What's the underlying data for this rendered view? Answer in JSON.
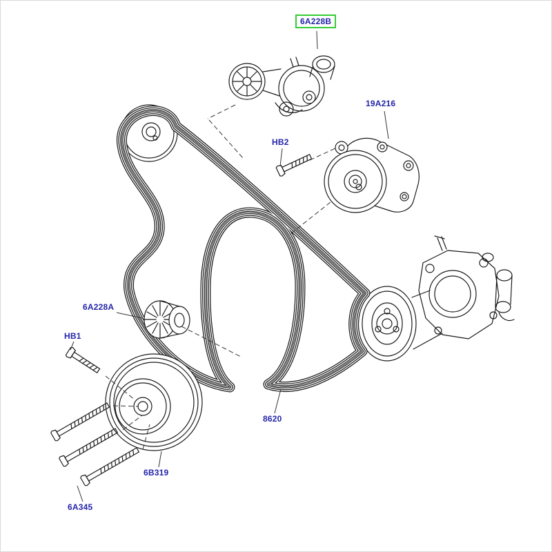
{
  "diagram": {
    "type": "exploded-parts-diagram",
    "subject": "Engine accessory drive belt system",
    "highlighted_part": "6A228B",
    "labels": {
      "tensioner": "6A228B",
      "idler_bracket_assembly": "19A216",
      "bolt_hb2": "HB2",
      "idler_pulley": "6A228A",
      "bolt_hb1": "HB1",
      "drive_belt": "8620",
      "crankshaft_pulley": "6B319",
      "pulley_bolts": "6A345"
    },
    "colors": {
      "label_text": "#2424aa",
      "highlight_box": "#33cc33",
      "line_art": "#1a1a1a",
      "background": "#ffffff"
    }
  }
}
